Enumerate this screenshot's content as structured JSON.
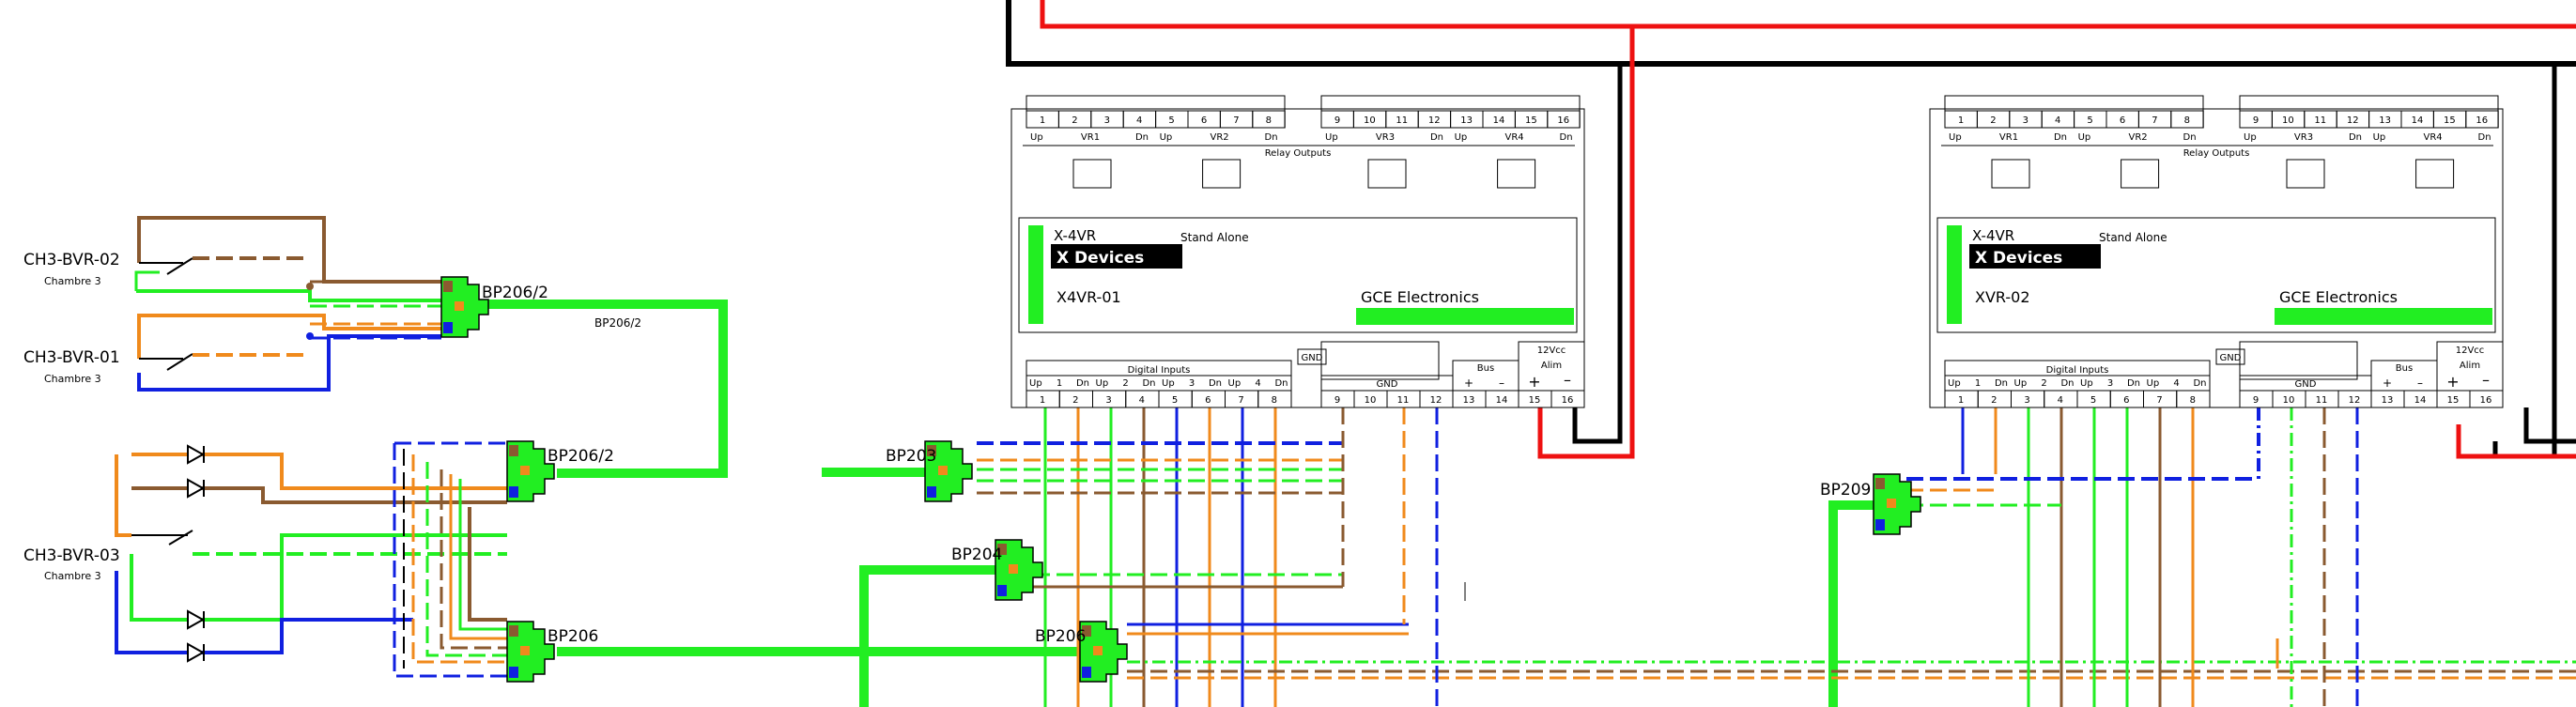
{
  "labels": {
    "ch3_bvr_02": "CH3-BVR-02",
    "ch3_bvr_01": "CH3-BVR-01",
    "ch3_bvr_03": "CH3-BVR-03",
    "chambre": "Chambre 3",
    "bp206_2": "BP206/2",
    "bp206_2_cable": "BP206/2",
    "bp206": "BP206",
    "bp203": "BP203",
    "bp204": "BP204",
    "bp209": "BP209"
  },
  "modules": [
    {
      "model": "X-4VR",
      "brand_box": "X Devices",
      "mode": "Stand Alone",
      "name": "X4VR-01",
      "maker": "GCE Electronics"
    },
    {
      "model": "X-4VR",
      "brand_box": "X Devices",
      "mode": "Stand Alone",
      "name": "XVR-02",
      "maker": "GCE Electronics"
    }
  ],
  "module_labels": {
    "relay_outputs": "Relay Outputs",
    "digital_inputs": "Digital Inputs",
    "gnd_box": "GND",
    "gnd_header": "GND",
    "bus": "Bus",
    "alim_12v": "12Vcc",
    "alim": "Alim",
    "plus": "+",
    "minus": "–"
  },
  "relay_terminals": [
    "1",
    "2",
    "3",
    "4",
    "5",
    "6",
    "7",
    "8",
    "9",
    "10",
    "11",
    "12",
    "13",
    "14",
    "15",
    "16"
  ],
  "relay_groups": [
    {
      "up": "Up",
      "name": "VR1",
      "dn": "Dn"
    },
    {
      "up": "Up",
      "name": "VR2",
      "dn": "Dn"
    },
    {
      "up": "Up",
      "name": "VR3",
      "dn": "Dn"
    },
    {
      "up": "Up",
      "name": "VR4",
      "dn": "Dn"
    }
  ],
  "input_groups": [
    {
      "up": "Up",
      "num": "1",
      "dn": "Dn"
    },
    {
      "up": "Up",
      "num": "2",
      "dn": "Dn"
    },
    {
      "up": "Up",
      "num": "3",
      "dn": "Dn"
    },
    {
      "up": "Up",
      "num": "4",
      "dn": "Dn"
    }
  ],
  "input_terminals": [
    "1",
    "2",
    "3",
    "4",
    "5",
    "6",
    "7",
    "8"
  ],
  "gnd_terminals": [
    "9",
    "10",
    "11",
    "12"
  ],
  "bus_terminals": [
    "13",
    "14"
  ],
  "alim_terminals": [
    "15",
    "16"
  ],
  "colors": {
    "green": "#22ee22",
    "orange": "#f08a1c",
    "brown": "#8a5a30",
    "blue": "#1020e0",
    "red": "#ee1111",
    "black": "#000000"
  }
}
